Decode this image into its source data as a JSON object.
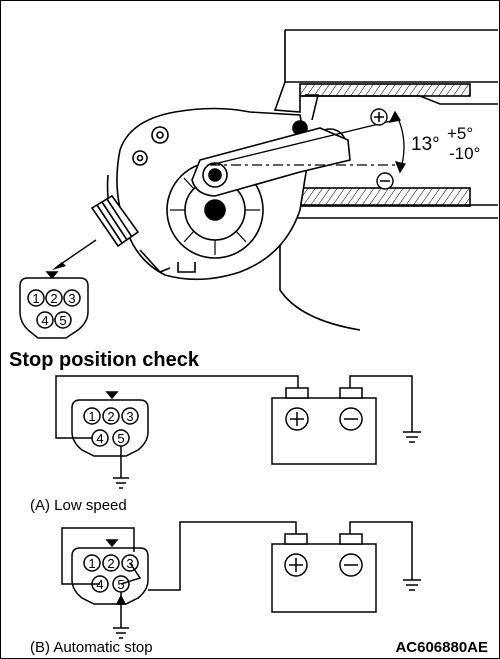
{
  "figure_id": "AC606880AE",
  "section_title": "Stop position check",
  "angle": {
    "main": "13°",
    "plus": "+5°",
    "minus": "-10°",
    "plus_sign": "⊕",
    "minus_sign": "⊖"
  },
  "connector_pins": [
    "1",
    "2",
    "3",
    "4",
    "5"
  ],
  "battery": {
    "positive": "+",
    "negative": "−"
  },
  "circuits": [
    {
      "label": "(A) Low speed"
    },
    {
      "label": "(B) Automatic stop"
    }
  ]
}
